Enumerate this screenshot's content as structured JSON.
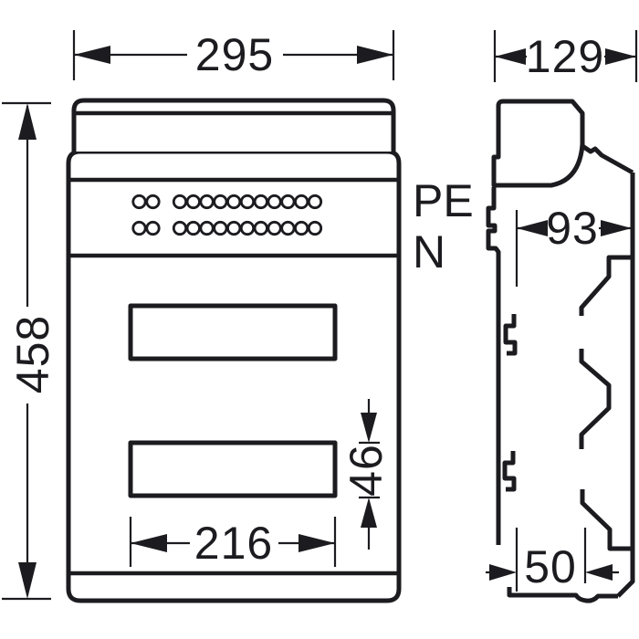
{
  "page": {
    "background": "#ffffff",
    "line_color": "#1c1c20"
  },
  "front_view": {
    "overall_width": "295",
    "overall_height": "458",
    "cutout_width": "216",
    "cutout_height": "46",
    "pe_label": "PE",
    "n_label": "N"
  },
  "side_view": {
    "overall_depth": "129",
    "inner_depth": "93",
    "bottom_depth": "50"
  }
}
